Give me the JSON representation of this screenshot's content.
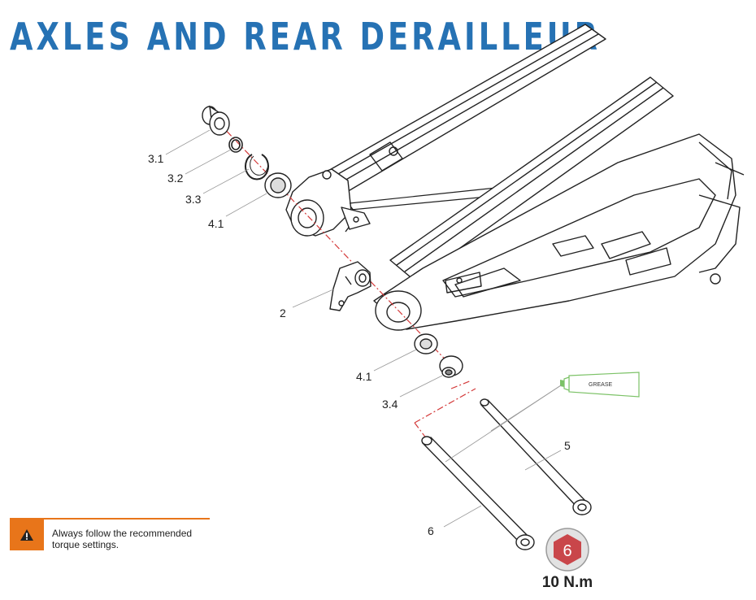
{
  "title": "AXLES AND REAR DERAILLEUR",
  "colors": {
    "title": "#2672b4",
    "warning_accent": "#e8751a",
    "torque_badge": "#c9464a",
    "grease_tube": "#7cc267",
    "axis_line": "#d43a3a"
  },
  "callouts": {
    "p3_1": "3.1",
    "p3_2": "3.2",
    "p3_3": "3.3",
    "p4_1_top": "4.1",
    "p2": "2",
    "p4_1_bottom": "4.1",
    "p3_4": "3.4",
    "p5": "5",
    "p6": "6"
  },
  "grease_label": "GREASE",
  "warning": {
    "icon": "warning-triangle-icon",
    "text": "Always follow the recommended torque settings."
  },
  "torque": {
    "value_badge": "6",
    "label": "10 N.m"
  }
}
